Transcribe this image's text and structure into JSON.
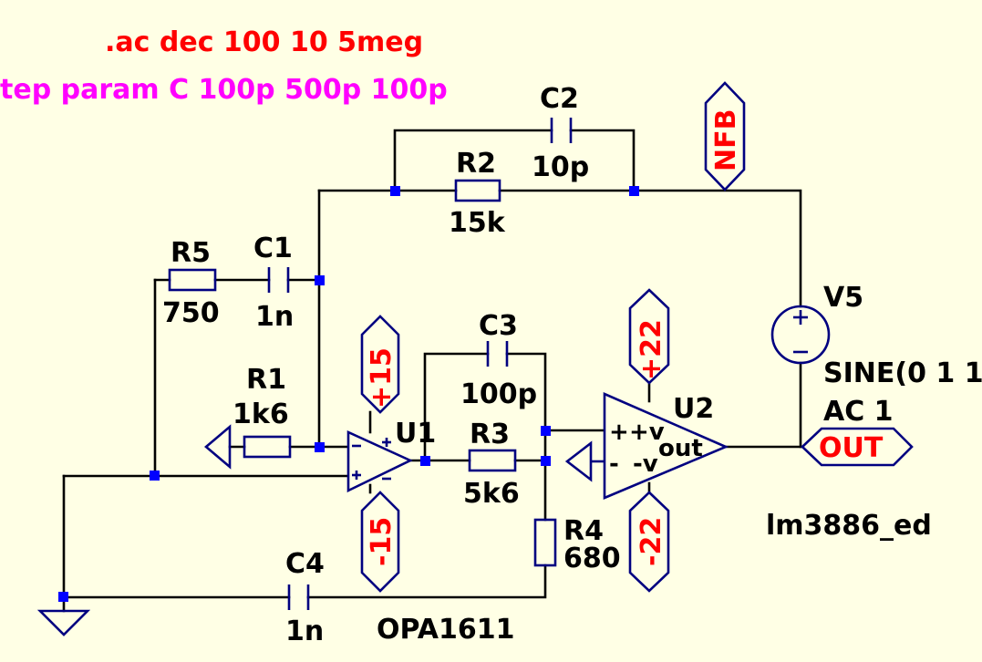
{
  "directives": {
    "ac": ".ac dec 100 10 5meg",
    "step": "tep param C 100p 500p 100p"
  },
  "components": {
    "c2": {
      "ref": "C2",
      "value": "10p"
    },
    "r2": {
      "ref": "R2",
      "value": "15k"
    },
    "r5": {
      "ref": "R5",
      "value": "750"
    },
    "c1": {
      "ref": "C1",
      "value": "1n"
    },
    "c3": {
      "ref": "C3",
      "value": "100p"
    },
    "r1": {
      "ref": "R1",
      "value": "1k6"
    },
    "r3": {
      "ref": "R3",
      "value": "5k6"
    },
    "r4": {
      "ref": "R4",
      "value": "680"
    },
    "c4": {
      "ref": "C4",
      "value": "1n"
    },
    "u1": {
      "ref": "U1",
      "model": "OPA1611"
    },
    "u2": {
      "ref": "U2",
      "model": "lm3886_ed",
      "pin_inp": "+",
      "pin_inn": "-",
      "pin_vp": "+v",
      "pin_vn": "-v",
      "pin_out": "out"
    },
    "v5": {
      "ref": "V5",
      "line1": "SINE(0 1 1",
      "line2": "AC 1"
    }
  },
  "net_labels": {
    "nfb": "NFB",
    "out": "OUT",
    "u1_pos": "+15",
    "u1_neg": "-15",
    "u2_pos": "+22",
    "u2_neg": "-22"
  },
  "colors": {
    "background": "#ffffe5",
    "wire": "#000000",
    "symbol": "#000080",
    "junction": "#0000ff",
    "net_label": "#ff0000",
    "directive_ac": "#ff0000",
    "directive_step": "#ff00ff"
  }
}
